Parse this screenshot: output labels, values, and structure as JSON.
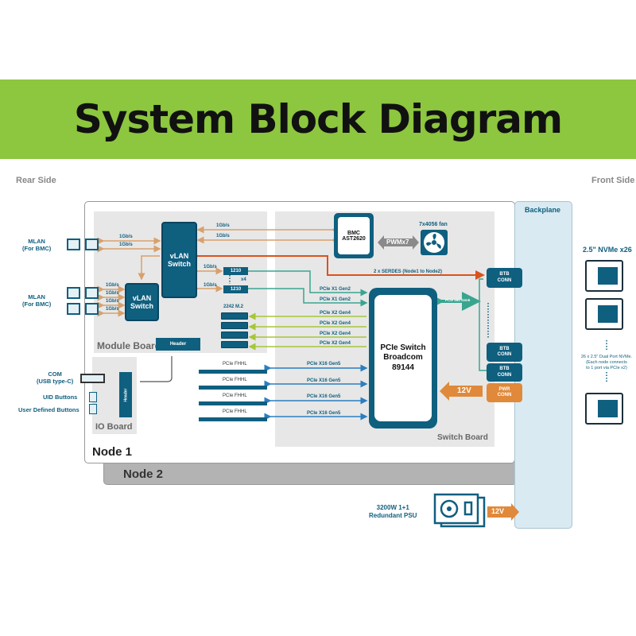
{
  "title": "System Block Diagram",
  "rear_side": "Rear Side",
  "front_side": "Front Side",
  "colors": {
    "banner": "#8dc63f",
    "primary": "#0f5f7f",
    "orange": "#e0893a",
    "serdes": "#d9531e",
    "eth": "#d9a06b",
    "pcie_x1": "#3aa58f",
    "pcie_x2": "#a5c63a",
    "pcie_x16": "#2a7fc0",
    "backplane": "#d9eaf2"
  },
  "rear": {
    "mlan1": "MLAN\n(For BMC)",
    "mlan2": "MLAN\n(For BMC)",
    "com": "COM\n(USB type-C)",
    "uid": "UID Buttons",
    "user_btn": "User Defined Buttons"
  },
  "node1": "Node 1",
  "node2": "Node 2",
  "module_board": {
    "label": "Module Board",
    "header": "Header",
    "vlan_main": "vLAN\nSwitch",
    "vlan_small": "vLAN\nSwitch",
    "links": [
      "1Gb/s",
      "1Gb/s",
      "1Gb/s",
      "1Gb/s",
      "1Gb/s",
      "1Gb/s"
    ],
    "bmc_links": [
      "1Gb/s",
      "1Gb/s"
    ],
    "i210_links": [
      "1Gb/s",
      "1Gb/s"
    ],
    "i210": [
      "1210",
      "1210"
    ],
    "i210_count": "x4",
    "m2": "2242 M.2"
  },
  "io_board": {
    "label": "IO Board",
    "header": "Header"
  },
  "switch_board": {
    "label": "Switch Board",
    "bmc": "BMC\nAST2620",
    "pwm": "PWMx7",
    "fan": "7x4056 fan",
    "serdes": "2 x SERDES (Node1 to Node2)",
    "pcie_x1": [
      "PCIe X1 Gen2",
      "PCIe X1 Gen2"
    ],
    "pcie_x2": [
      "PCIe X2 Gen4",
      "PCIe X2 Gen4",
      "PCIe X2 Gen4",
      "PCIe X2 Gen4"
    ],
    "fhhl": [
      "PCIe FHHL",
      "PCIe FHHL",
      "PCIe FHHL",
      "PCIe FHHL"
    ],
    "pcie_x16": [
      "PCIe X16 Gen5",
      "PCIe X16 Gen5",
      "PCIe X16 Gen5",
      "PCIe X16 Gen5"
    ],
    "pcie_switch": "PCIe Switch\nBroadcom\n89144",
    "x64": "PCIe x64 Gen5",
    "v12": "12V"
  },
  "backplane": {
    "label": "Backplane",
    "btb": [
      "BTB\nCONN",
      "BTB\nCONN",
      "BTB\nCONN"
    ],
    "pwr": "PWR\nCONN"
  },
  "front": {
    "nvme_title": "2.5\" NVMe x26",
    "nvme_note": "26 x 2.5\" Dual Port NVMe.\n(Each node connects\nto 1 port via PCIe x2)"
  },
  "psu": {
    "label": "3200W 1+1\nRedundant PSU",
    "v12": "12V"
  }
}
